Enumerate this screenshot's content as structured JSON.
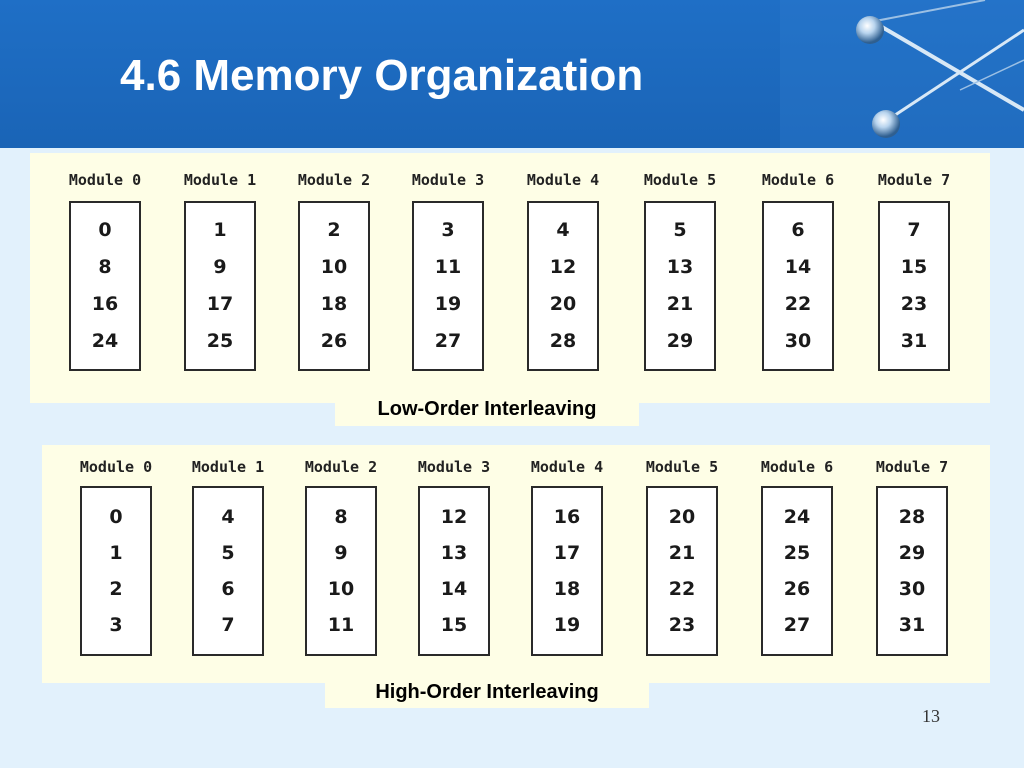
{
  "slide": {
    "title": "4.6 Memory Organization",
    "page_number": "13"
  },
  "low_order": {
    "caption": "Low-Order Interleaving",
    "modules": [
      {
        "label": "Module 0",
        "values": [
          "0",
          "8",
          "16",
          "24"
        ]
      },
      {
        "label": "Module 1",
        "values": [
          "1",
          "9",
          "17",
          "25"
        ]
      },
      {
        "label": "Module 2",
        "values": [
          "2",
          "10",
          "18",
          "26"
        ]
      },
      {
        "label": "Module 3",
        "values": [
          "3",
          "11",
          "19",
          "27"
        ]
      },
      {
        "label": "Module 4",
        "values": [
          "4",
          "12",
          "20",
          "28"
        ]
      },
      {
        "label": "Module 5",
        "values": [
          "5",
          "13",
          "21",
          "29"
        ]
      },
      {
        "label": "Module 6",
        "values": [
          "6",
          "14",
          "22",
          "30"
        ]
      },
      {
        "label": "Module 7",
        "values": [
          "7",
          "15",
          "23",
          "31"
        ]
      }
    ]
  },
  "high_order": {
    "caption": "High-Order Interleaving",
    "modules": [
      {
        "label": "Module 0",
        "values": [
          "0",
          "1",
          "2",
          "3"
        ]
      },
      {
        "label": "Module 1",
        "values": [
          "4",
          "5",
          "6",
          "7"
        ]
      },
      {
        "label": "Module 2",
        "values": [
          "8",
          "9",
          "10",
          "11"
        ]
      },
      {
        "label": "Module 3",
        "values": [
          "12",
          "13",
          "14",
          "15"
        ]
      },
      {
        "label": "Module 4",
        "values": [
          "16",
          "17",
          "18",
          "19"
        ]
      },
      {
        "label": "Module 5",
        "values": [
          "20",
          "21",
          "22",
          "23"
        ]
      },
      {
        "label": "Module 6",
        "values": [
          "24",
          "25",
          "26",
          "27"
        ]
      },
      {
        "label": "Module 7",
        "values": [
          "28",
          "29",
          "30",
          "31"
        ]
      }
    ]
  }
}
